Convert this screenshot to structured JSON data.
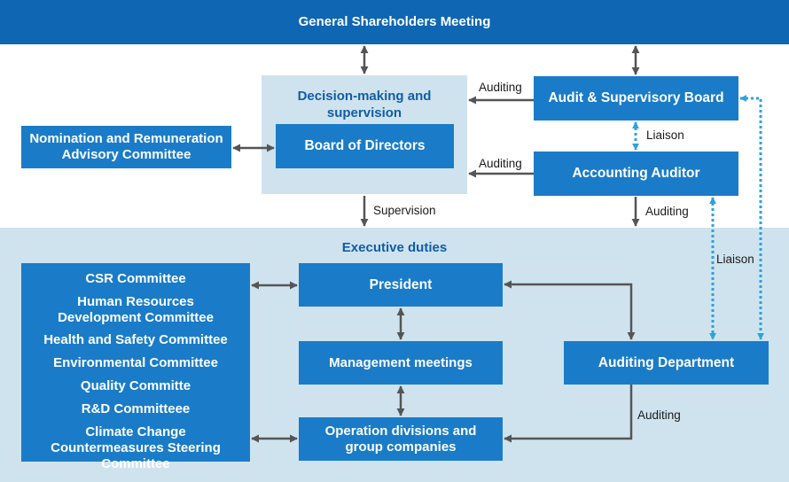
{
  "top_bar": "General Shareholders Meeting",
  "decision_panel_title": "Decision-making and supervision",
  "executive_title": "Executive duties",
  "boxes": {
    "board": "Board of Directors",
    "nomination": "Nomination and Remuneration Advisory Committee",
    "audit_board": "Audit & Supervisory Board",
    "accounting_auditor": "Accounting Auditor",
    "president": "President",
    "management": "Management meetings",
    "operations": "Operation divisions and group companies",
    "auditing_dept": "Auditing Department"
  },
  "committees": [
    "CSR Committee",
    "Human Resources Development Committee",
    "Health and Safety Committee",
    "Environmental Committee",
    "Quality Committe",
    "R&D Committeee",
    "Climate Change Countermeasures Steering Committee"
  ],
  "labels": {
    "auditing_1": "Auditing",
    "auditing_2": "Auditing",
    "auditing_3": "Auditing",
    "auditing_4": "Auditing",
    "liaison_1": "Liaison",
    "liaison_2": "Liaison",
    "supervision": "Supervision"
  },
  "colors": {
    "box": "#1a7cc8",
    "bar": "#0f66b2",
    "panel": "#cfe3ee",
    "arrow": "#555555",
    "dotted": "#29a3e0",
    "title": "#0f5da8"
  }
}
